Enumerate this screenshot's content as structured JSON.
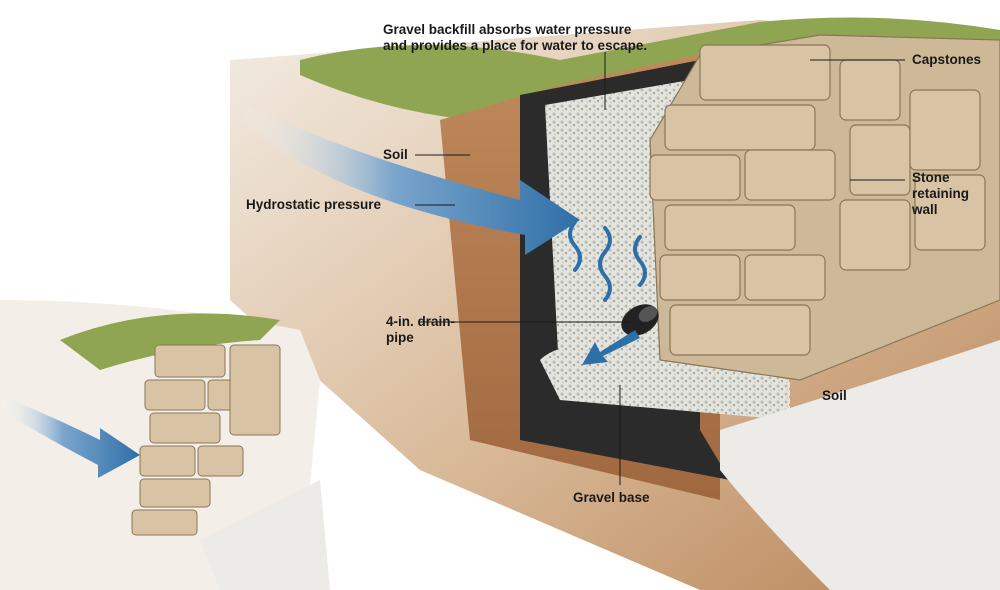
{
  "diagram": {
    "labels": {
      "gravel_backfill": "Gravel backfill absorbs water pressure\nand provides a place for water to escape.",
      "capstones": "Capstones",
      "soil_top": "Soil",
      "hydrostatic": "Hydrostatic pressure",
      "stone_wall": "Stone\nretaining\nwall",
      "drainpipe": "4-in. drain-\npipe",
      "soil_bottom": "Soil",
      "gravel_base": "Gravel base"
    },
    "colors": {
      "soil": "#b88458",
      "grass": "#8fa552",
      "gravel": "#d9d9d4",
      "membrane": "#2b2b2b",
      "stone": "#d8c4a4",
      "arrow": "#2f6fa8"
    }
  }
}
